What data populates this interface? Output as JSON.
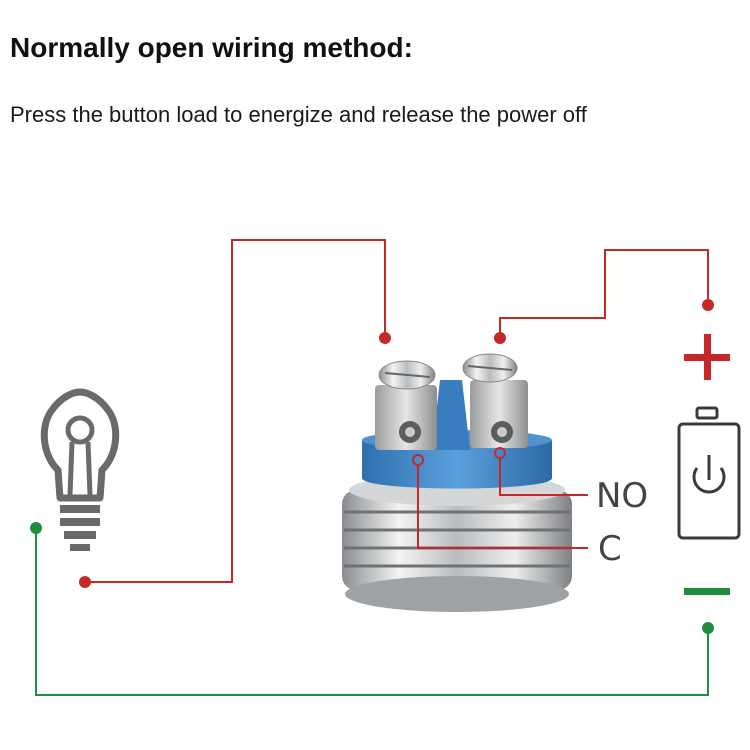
{
  "header": {
    "title": "Normally open wiring method:",
    "subtitle": "Press the button load to energize and release the power off"
  },
  "labels": {
    "no": "NO",
    "c": "C"
  },
  "colors": {
    "positive_wire": "#c62828",
    "negative_wire": "#1e8e3e",
    "switch_base": "#3f86c8",
    "lamp_icon": "#6a6a6a",
    "battery_icon": "#3a3a3a",
    "label_text": "#444444"
  },
  "icons": [
    "light-bulb-icon",
    "battery-power-icon",
    "plus-icon",
    "minus-icon",
    "push-button-switch"
  ]
}
